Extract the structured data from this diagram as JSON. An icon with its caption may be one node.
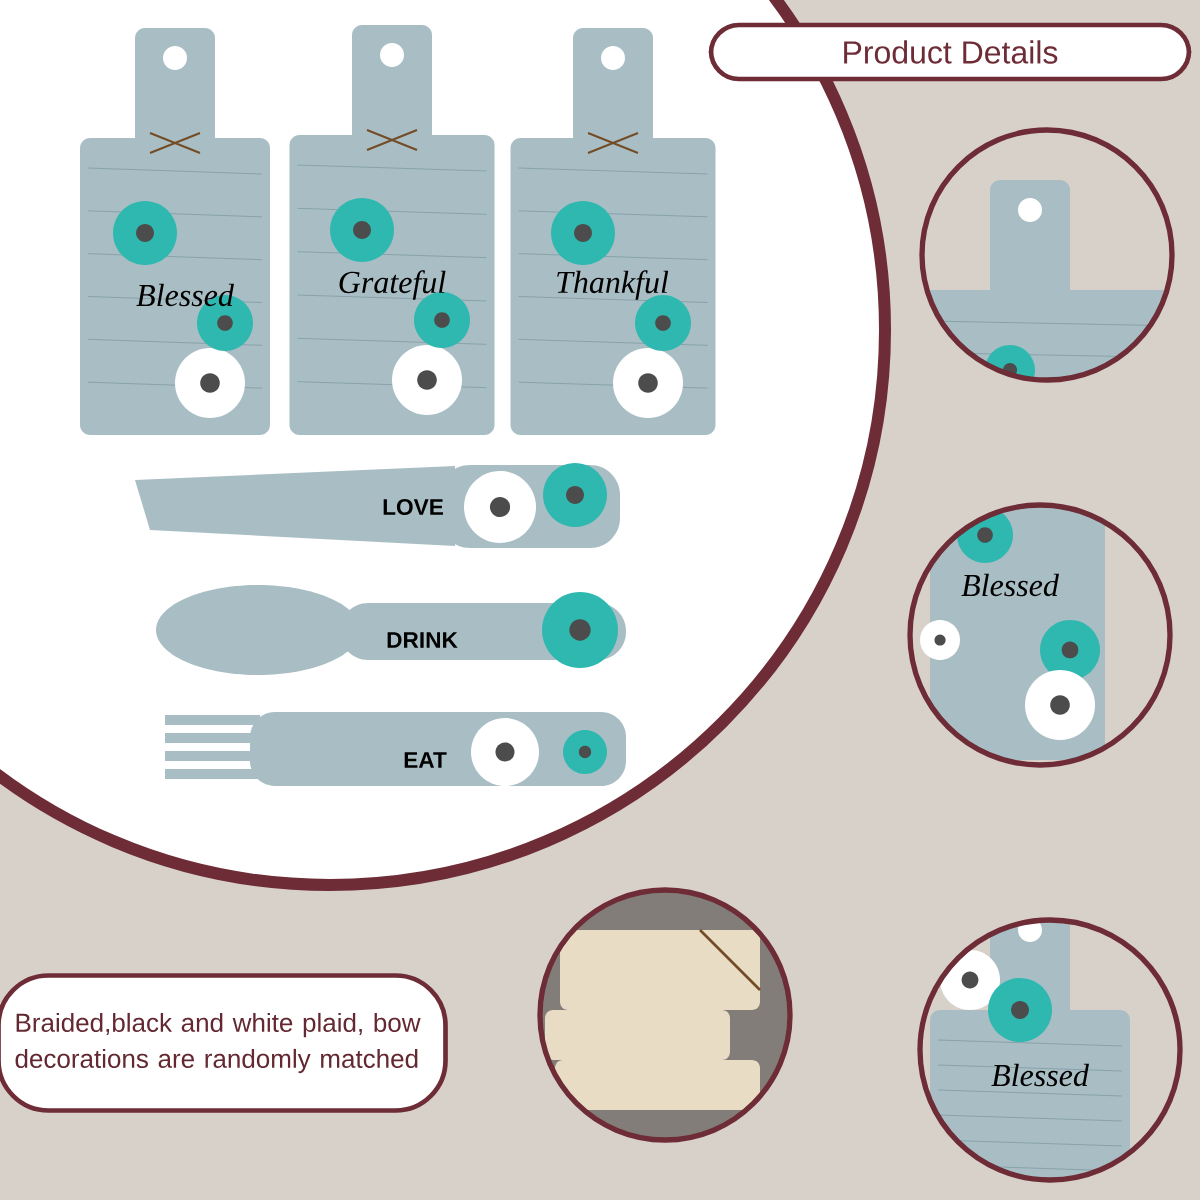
{
  "diagram": {
    "nodes": [
      {
        "text": [
          "Product Details"
        ]
      },
      {
        "text": [
          "Braided,black and white plaid, bow decorations are randomly matched"
        ]
      }
    ],
    "labels": [
      "Blessed",
      "Grateful",
      "Thankful",
      "LOVE",
      "DRINK",
      "EAT",
      "Blessed",
      "Blessed"
    ]
  }
}
